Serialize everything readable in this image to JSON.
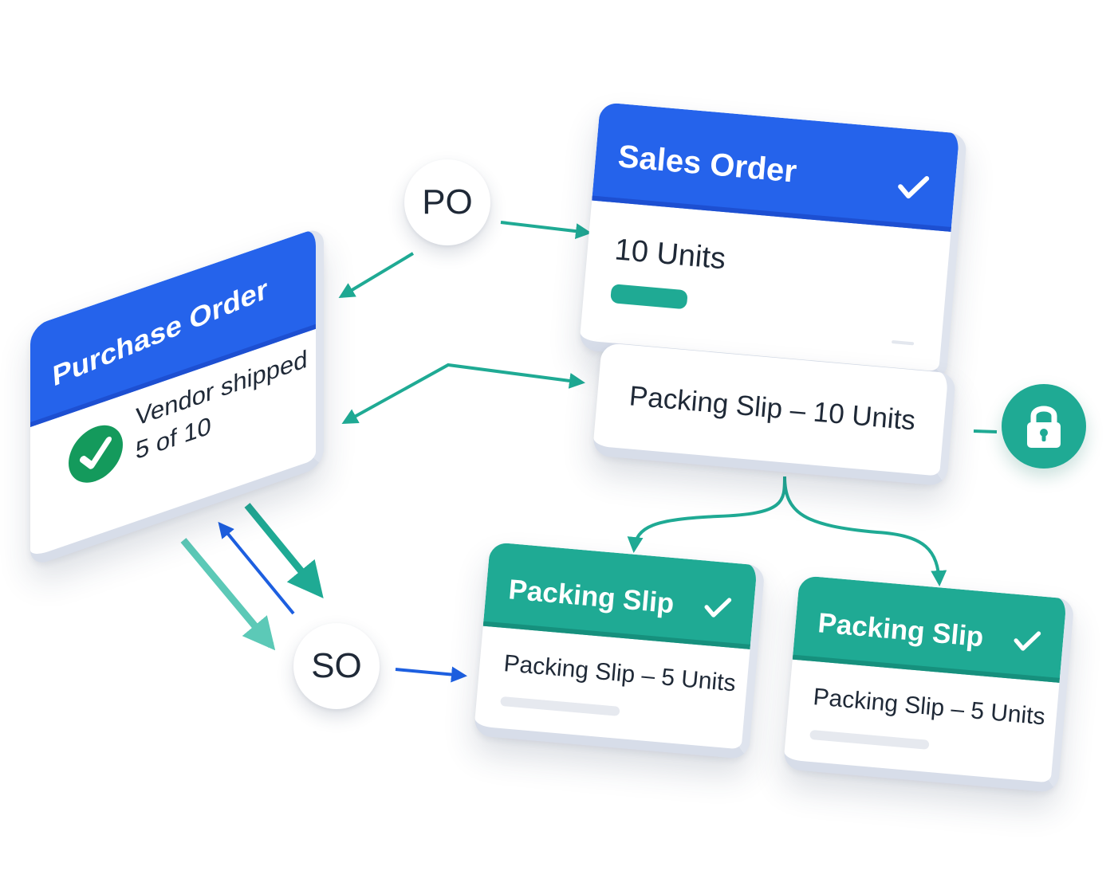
{
  "colors": {
    "blue": "#2563eb",
    "teal": "#1faa94",
    "teal_light": "#5cc9b7",
    "arrow_blue": "#1d5fe0"
  },
  "nodes": {
    "po": {
      "label": "PO"
    },
    "so": {
      "label": "SO"
    },
    "lock": {
      "icon": "lock-icon"
    }
  },
  "purchase_order": {
    "title": "Purchase Order",
    "status_icon": "check-circle-icon",
    "line1": "Vendor shipped",
    "line2": "5 of 10"
  },
  "sales_order": {
    "title": "Sales Order",
    "icon": "check-icon",
    "quantity": "10 Units"
  },
  "packing_main": {
    "text": "Packing Slip – 10 Units"
  },
  "packing_slips": [
    {
      "title": "Packing Slip",
      "icon": "check-icon",
      "text": "Packing Slip – 5 Units"
    },
    {
      "title": "Packing Slip",
      "icon": "check-icon",
      "text": "Packing Slip – 5 Units"
    }
  ]
}
